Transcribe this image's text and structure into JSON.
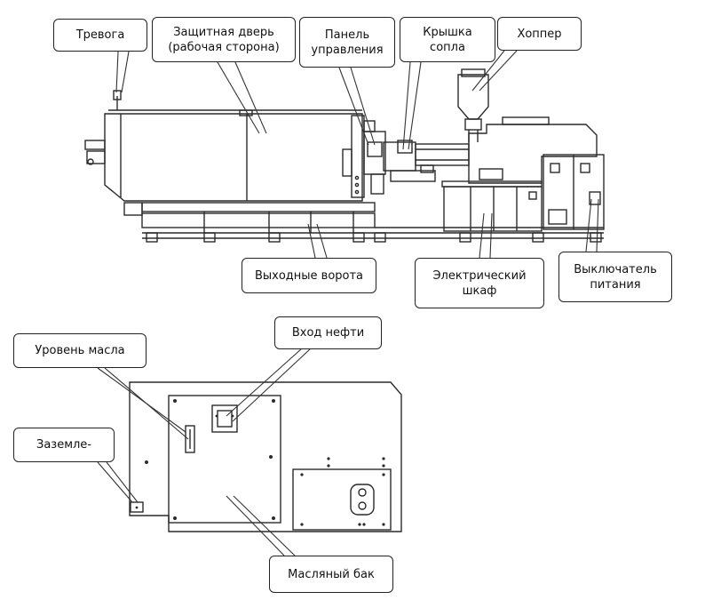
{
  "diagram": {
    "callouts": {
      "alarm": "Тревога",
      "safety_door_line1": "Защитная дверь",
      "safety_door_line2": "(рабочая сторона)",
      "control_panel_line1": "Панель",
      "control_panel_line2": "управления",
      "nozzle_cover_line1": "Крышка",
      "nozzle_cover_line2": "сопла",
      "hopper": "Хоппер",
      "exit_gate": "Выходные ворота",
      "electric_cabinet_line1": "Электрический",
      "electric_cabinet_line2": "шкаф",
      "power_switch_line1": "Выключатель",
      "power_switch_line2": "питания",
      "oil_level": "Уровень масла",
      "oil_inlet": "Вход нефти",
      "grounding": "Заземле-",
      "oil_tank": "Масляный бак"
    }
  }
}
